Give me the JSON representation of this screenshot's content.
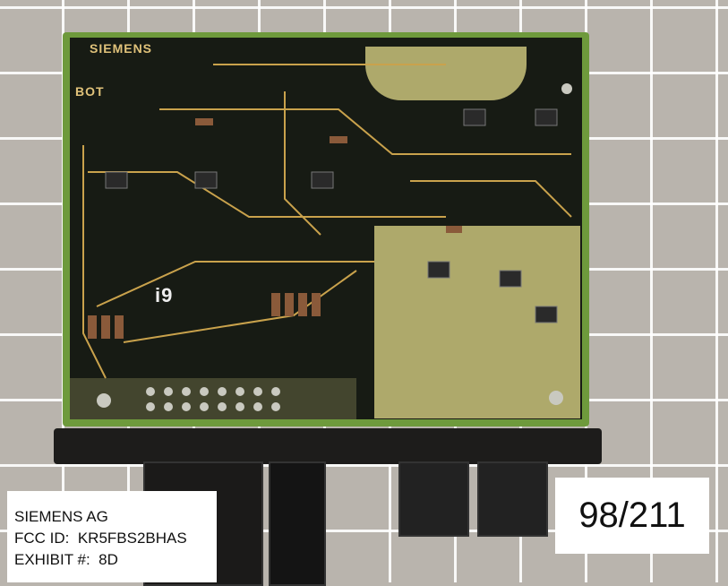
{
  "board_silkscreen": {
    "brand": "SIEMENS",
    "side": "BOT",
    "marking": "i9"
  },
  "exhibit_label": {
    "line1": "SIEMENS AG",
    "line2_prefix": "FCC ID:",
    "fcc_id": "KR5FBS2BHAS",
    "line3_prefix": "EXHIBIT #:",
    "exhibit": "8D"
  },
  "page_label": "98/211"
}
